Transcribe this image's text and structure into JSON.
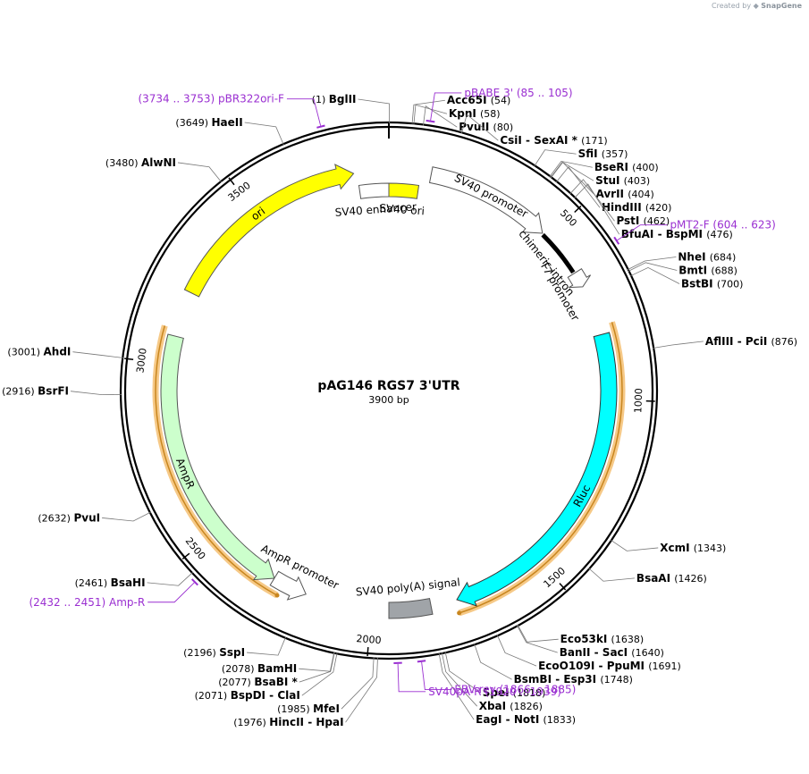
{
  "credit": {
    "prefix": "Created by",
    "brand": "SnapGene"
  },
  "plasmid": {
    "name": "pAG146 RGS7 3'UTR",
    "length_label": "3900 bp",
    "length": 3900
  },
  "colors": {
    "ori": "#ffff00",
    "rluc": "#00ffff",
    "ampr": "#ccffcc",
    "polya": "#a0a4a8",
    "primer": "#9a2fd1",
    "orf": "#f5b04a",
    "backbone": "#000000"
  },
  "ticks": [
    {
      "pos": 500,
      "label": "500"
    },
    {
      "pos": 1000,
      "label": "1000"
    },
    {
      "pos": 1500,
      "label": "1500"
    },
    {
      "pos": 2000,
      "label": "2000"
    },
    {
      "pos": 2500,
      "label": "2500"
    },
    {
      "pos": 3000,
      "label": "3000"
    },
    {
      "pos": 3500,
      "label": "3500"
    }
  ],
  "sites": [
    {
      "pos": 1,
      "parts": [
        {
          "t": "(1)",
          "c": "p"
        },
        {
          "t": "BglII",
          "c": "n"
        }
      ],
      "side": "L"
    },
    {
      "pos": 54,
      "parts": [
        {
          "t": "Acc65I",
          "c": "n"
        },
        {
          "t": "(54)",
          "c": "p"
        }
      ],
      "side": "R"
    },
    {
      "pos": 58,
      "parts": [
        {
          "t": "KpnI",
          "c": "n"
        },
        {
          "t": "(58)",
          "c": "p"
        }
      ],
      "side": "R"
    },
    {
      "pos": 80,
      "parts": [
        {
          "t": "PvuII",
          "c": "n"
        },
        {
          "t": "(80)",
          "c": "p"
        }
      ],
      "side": "R"
    },
    {
      "pos": 171,
      "parts": [
        {
          "t": "CsiI",
          "c": "n"
        },
        {
          "t": "- SexAI *",
          "c": "n"
        },
        {
          "t": "(171)",
          "c": "p"
        }
      ],
      "side": "R"
    },
    {
      "pos": 357,
      "parts": [
        {
          "t": "SfiI",
          "c": "n"
        },
        {
          "t": "(357)",
          "c": "p"
        }
      ],
      "side": "R"
    },
    {
      "pos": 400,
      "parts": [
        {
          "t": "BseRI",
          "c": "n"
        },
        {
          "t": "(400)",
          "c": "p"
        }
      ],
      "side": "R"
    },
    {
      "pos": 403,
      "parts": [
        {
          "t": "StuI",
          "c": "n"
        },
        {
          "t": "(403)",
          "c": "p"
        }
      ],
      "side": "R"
    },
    {
      "pos": 404,
      "parts": [
        {
          "t": "AvrII",
          "c": "n"
        },
        {
          "t": "(404)",
          "c": "p"
        }
      ],
      "side": "R"
    },
    {
      "pos": 420,
      "parts": [
        {
          "t": "HindIII",
          "c": "n"
        },
        {
          "t": "(420)",
          "c": "p"
        }
      ],
      "side": "R"
    },
    {
      "pos": 462,
      "parts": [
        {
          "t": "PstI",
          "c": "n"
        },
        {
          "t": "(462)",
          "c": "p"
        }
      ],
      "side": "R"
    },
    {
      "pos": 476,
      "parts": [
        {
          "t": "BfuAI",
          "c": "n"
        },
        {
          "t": "- BspMI",
          "c": "n"
        },
        {
          "t": "(476)",
          "c": "p"
        }
      ],
      "side": "R"
    },
    {
      "pos": 684,
      "parts": [
        {
          "t": "NheI",
          "c": "n"
        },
        {
          "t": "(684)",
          "c": "p"
        }
      ],
      "side": "R"
    },
    {
      "pos": 688,
      "parts": [
        {
          "t": "BmtI",
          "c": "n"
        },
        {
          "t": "(688)",
          "c": "p"
        }
      ],
      "side": "R"
    },
    {
      "pos": 700,
      "parts": [
        {
          "t": "BstBI",
          "c": "n"
        },
        {
          "t": "(700)",
          "c": "p"
        }
      ],
      "side": "R"
    },
    {
      "pos": 876,
      "parts": [
        {
          "t": "AflIII",
          "c": "n"
        },
        {
          "t": "- PciI",
          "c": "n"
        },
        {
          "t": "(876)",
          "c": "p"
        }
      ],
      "side": "R"
    },
    {
      "pos": 1343,
      "parts": [
        {
          "t": "XcmI",
          "c": "n"
        },
        {
          "t": "(1343)",
          "c": "p"
        }
      ],
      "side": "R"
    },
    {
      "pos": 1426,
      "parts": [
        {
          "t": "BsaAI",
          "c": "n"
        },
        {
          "t": "(1426)",
          "c": "p"
        }
      ],
      "side": "R"
    },
    {
      "pos": 1638,
      "parts": [
        {
          "t": "Eco53kI",
          "c": "n"
        },
        {
          "t": "(1638)",
          "c": "p"
        }
      ],
      "side": "R"
    },
    {
      "pos": 1640,
      "parts": [
        {
          "t": "BanII",
          "c": "n"
        },
        {
          "t": "- SacI",
          "c": "n"
        },
        {
          "t": "(1640)",
          "c": "p"
        }
      ],
      "side": "R"
    },
    {
      "pos": 1691,
      "parts": [
        {
          "t": "EcoO109I",
          "c": "n"
        },
        {
          "t": "- PpuMI",
          "c": "n"
        },
        {
          "t": "(1691)",
          "c": "p"
        }
      ],
      "side": "R"
    },
    {
      "pos": 1748,
      "parts": [
        {
          "t": "BsmBI",
          "c": "n"
        },
        {
          "t": "- Esp3I",
          "c": "n"
        },
        {
          "t": "(1748)",
          "c": "p"
        }
      ],
      "side": "R"
    },
    {
      "pos": 1818,
      "parts": [
        {
          "t": "SpeI",
          "c": "n"
        },
        {
          "t": "(1818)",
          "c": "p"
        }
      ],
      "side": "R"
    },
    {
      "pos": 1826,
      "parts": [
        {
          "t": "XbaI",
          "c": "n"
        },
        {
          "t": "(1826)",
          "c": "p"
        }
      ],
      "side": "R"
    },
    {
      "pos": 1833,
      "parts": [
        {
          "t": "EagI",
          "c": "n"
        },
        {
          "t": "- NotI",
          "c": "n"
        },
        {
          "t": "(1833)",
          "c": "p"
        }
      ],
      "side": "R"
    },
    {
      "pos": 1976,
      "parts": [
        {
          "t": "(1976)",
          "c": "p"
        },
        {
          "t": "HincII",
          "c": "n"
        },
        {
          "t": "- HpaI",
          "c": "n"
        }
      ],
      "side": "L"
    },
    {
      "pos": 1985,
      "parts": [
        {
          "t": "(1985)",
          "c": "p"
        },
        {
          "t": "MfeI",
          "c": "n"
        }
      ],
      "side": "L"
    },
    {
      "pos": 2071,
      "parts": [
        {
          "t": "(2071)",
          "c": "p"
        },
        {
          "t": "BspDI",
          "c": "n"
        },
        {
          "t": "- ClaI",
          "c": "n"
        }
      ],
      "side": "L"
    },
    {
      "pos": 2077,
      "parts": [
        {
          "t": "(2077)",
          "c": "p"
        },
        {
          "t": "BsaBI *",
          "c": "n"
        }
      ],
      "side": "L"
    },
    {
      "pos": 2078,
      "parts": [
        {
          "t": "(2078)",
          "c": "p"
        },
        {
          "t": "BamHI",
          "c": "n"
        }
      ],
      "side": "L"
    },
    {
      "pos": 2196,
      "parts": [
        {
          "t": "(2196)",
          "c": "p"
        },
        {
          "t": "SspI",
          "c": "n"
        }
      ],
      "side": "L"
    },
    {
      "pos": 2461,
      "parts": [
        {
          "t": "(2461)",
          "c": "p"
        },
        {
          "t": "BsaHI",
          "c": "n"
        }
      ],
      "side": "L"
    },
    {
      "pos": 2632,
      "parts": [
        {
          "t": "(2632)",
          "c": "p"
        },
        {
          "t": "PvuI",
          "c": "n"
        }
      ],
      "side": "L"
    },
    {
      "pos": 2916,
      "parts": [
        {
          "t": "(2916)",
          "c": "p"
        },
        {
          "t": "BsrFI",
          "c": "n"
        }
      ],
      "side": "L"
    },
    {
      "pos": 3001,
      "parts": [
        {
          "t": "(3001)",
          "c": "p"
        },
        {
          "t": "AhdI",
          "c": "n"
        }
      ],
      "side": "L"
    },
    {
      "pos": 3480,
      "parts": [
        {
          "t": "(3480)",
          "c": "p"
        },
        {
          "t": "AlwNI",
          "c": "n"
        }
      ],
      "side": "L"
    },
    {
      "pos": 3649,
      "parts": [
        {
          "t": "(3649)",
          "c": "p"
        },
        {
          "t": "HaeII",
          "c": "n"
        }
      ],
      "side": "L"
    }
  ],
  "primers": [
    {
      "name": "pBR322ori-F",
      "range": "(3734 .. 3753)",
      "start": 3734,
      "end": 3753,
      "side": "L"
    },
    {
      "name": "pBABE 3'",
      "range": "(85 .. 105)",
      "start": 85,
      "end": 105,
      "side": "R"
    },
    {
      "name": "pMT2-F",
      "range": "(604 .. 623)",
      "start": 604,
      "end": 623,
      "side": "R"
    },
    {
      "name": "EBV-rev",
      "range": "(1866 .. 1885)",
      "start": 1866,
      "end": 1885,
      "side": "R"
    },
    {
      "name": "SV40pA-R",
      "range": "(1920 .. 1939)",
      "start": 1920,
      "end": 1939,
      "side": "R"
    },
    {
      "name": "Amp-R",
      "range": "(2432 .. 2451)",
      "start": 2432,
      "end": 2451,
      "side": "L"
    }
  ],
  "features": [
    {
      "name": "ori",
      "start": 3210,
      "end": 3800,
      "dir": 1,
      "fill": "#ffff00",
      "stroke": "#555555",
      "ring": "mid1",
      "label_mode": "inside"
    },
    {
      "name": "Rluc",
      "start": 815,
      "end": 1755,
      "dir": 1,
      "fill": "#00ffff",
      "stroke": "#333333",
      "ring": "mid1",
      "label_mode": "inside"
    },
    {
      "name": "AmpR",
      "start": 2290,
      "end": 3080,
      "dir": -1,
      "fill": "#ccffcc",
      "stroke": "#555555",
      "ring": "mid1",
      "label_mode": "inside"
    },
    {
      "name": "AmpR promoter",
      "start": 2190,
      "end": 2290,
      "dir": -1,
      "fill": "#ffffff",
      "stroke": "#555555",
      "ring": "mid1",
      "label_mode": "outside-in"
    },
    {
      "name": "SV40 poly(A) signal",
      "start": 1830,
      "end": 1950,
      "dir": 0,
      "fill": "#a0a4a8",
      "stroke": "#555555",
      "ring": "mid1",
      "label_mode": "outside-in"
    },
    {
      "name": "SV40 promoter",
      "start": 120,
      "end": 480,
      "dir": 1,
      "fill": "#ffffff",
      "stroke": "#555555",
      "ring": "mid1",
      "label_mode": "inside"
    },
    {
      "name": "chimeric intron",
      "start": 485,
      "end": 620,
      "dir": 0,
      "fill": "#000000",
      "stroke": "#000000",
      "ring": "mid1",
      "label_mode": "path-in",
      "thin": true
    },
    {
      "name": "T7 promoter",
      "start": 625,
      "end": 670,
      "dir": 1,
      "fill": "#ffffff",
      "stroke": "#555555",
      "ring": "mid1",
      "label_mode": "path-in"
    },
    {
      "name": "SV40 enhancer",
      "start": 3810,
      "end": 3900,
      "dir": 0,
      "fill": "#ffffff",
      "stroke": "#555555",
      "ring": "mid2",
      "label_mode": "below"
    },
    {
      "name": "SV40 ori",
      "start": 3900,
      "end": 3990,
      "dir": 0,
      "fill": "#ffff00",
      "stroke": "#555555",
      "ring": "mid2",
      "label_mode": "below"
    }
  ],
  "orfs": [
    {
      "start": 790,
      "end": 1760,
      "dir": 1
    },
    {
      "start": 2260,
      "end": 3100,
      "dir": -1
    }
  ]
}
